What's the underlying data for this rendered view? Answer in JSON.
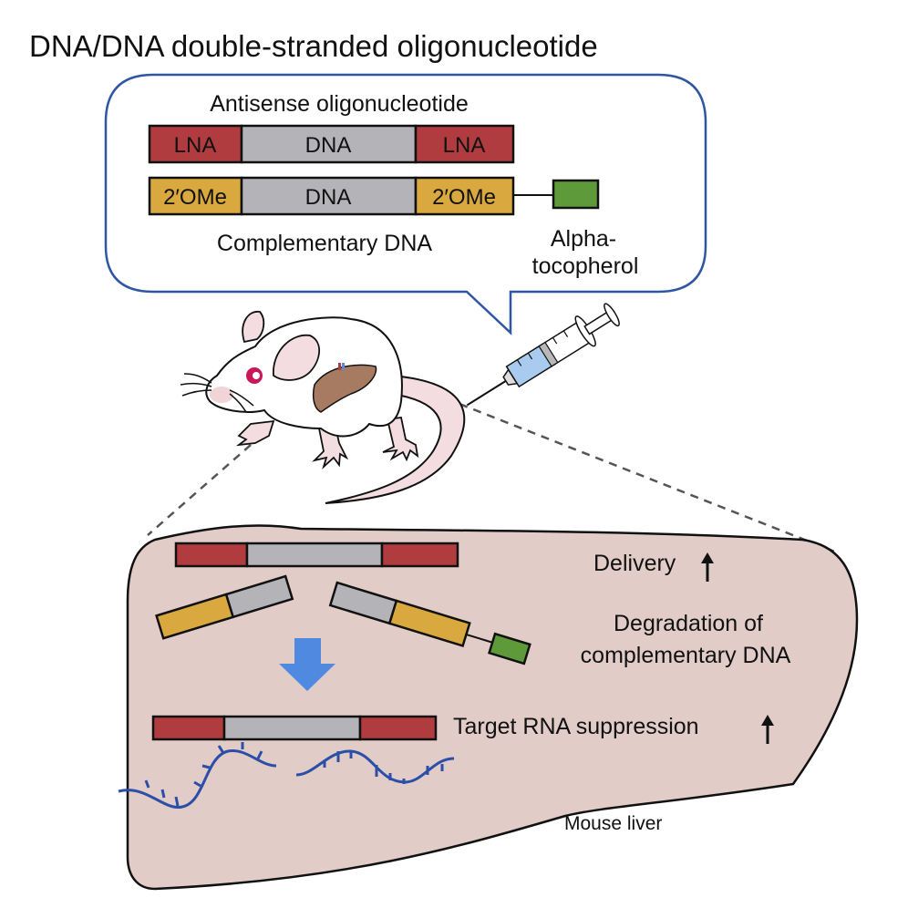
{
  "title": "DNA/DNA double-stranded oligonucleotide",
  "callout": {
    "antisense_label": "Antisense oligonucleotide",
    "complementary_label": "Complementary DNA",
    "antisense_segments": [
      "LNA",
      "DNA",
      "LNA"
    ],
    "complementary_segments": [
      "2′OMe",
      "DNA",
      "2′OMe"
    ],
    "conjugate_label_line1": "Alpha-",
    "conjugate_label_line2": "tocopherol"
  },
  "illustration": {
    "animal": "mouse-icon",
    "organ": "liver-icon",
    "injection": "syringe-icon"
  },
  "liver_panel": {
    "steps": [
      {
        "text": "Delivery",
        "trend": "up"
      },
      {
        "text_line1": "Degradation of",
        "text_line2": "complementary DNA"
      },
      {
        "text": "Target RNA suppression",
        "trend": "up"
      }
    ],
    "caption": "Mouse liver"
  },
  "colors": {
    "lna": "#b03c3f",
    "dna": "#b4b3b8",
    "ome": "#d9a93f",
    "tocopherol": "#5f9a3a",
    "callout_border": "#2f56a3",
    "liver_fill": "#e2ccc8",
    "mouse_liver": "#a77b62",
    "rna": "#2b4fa8",
    "arrow": "#4f8ae0",
    "syringe_liquid": "#a9cbef"
  }
}
